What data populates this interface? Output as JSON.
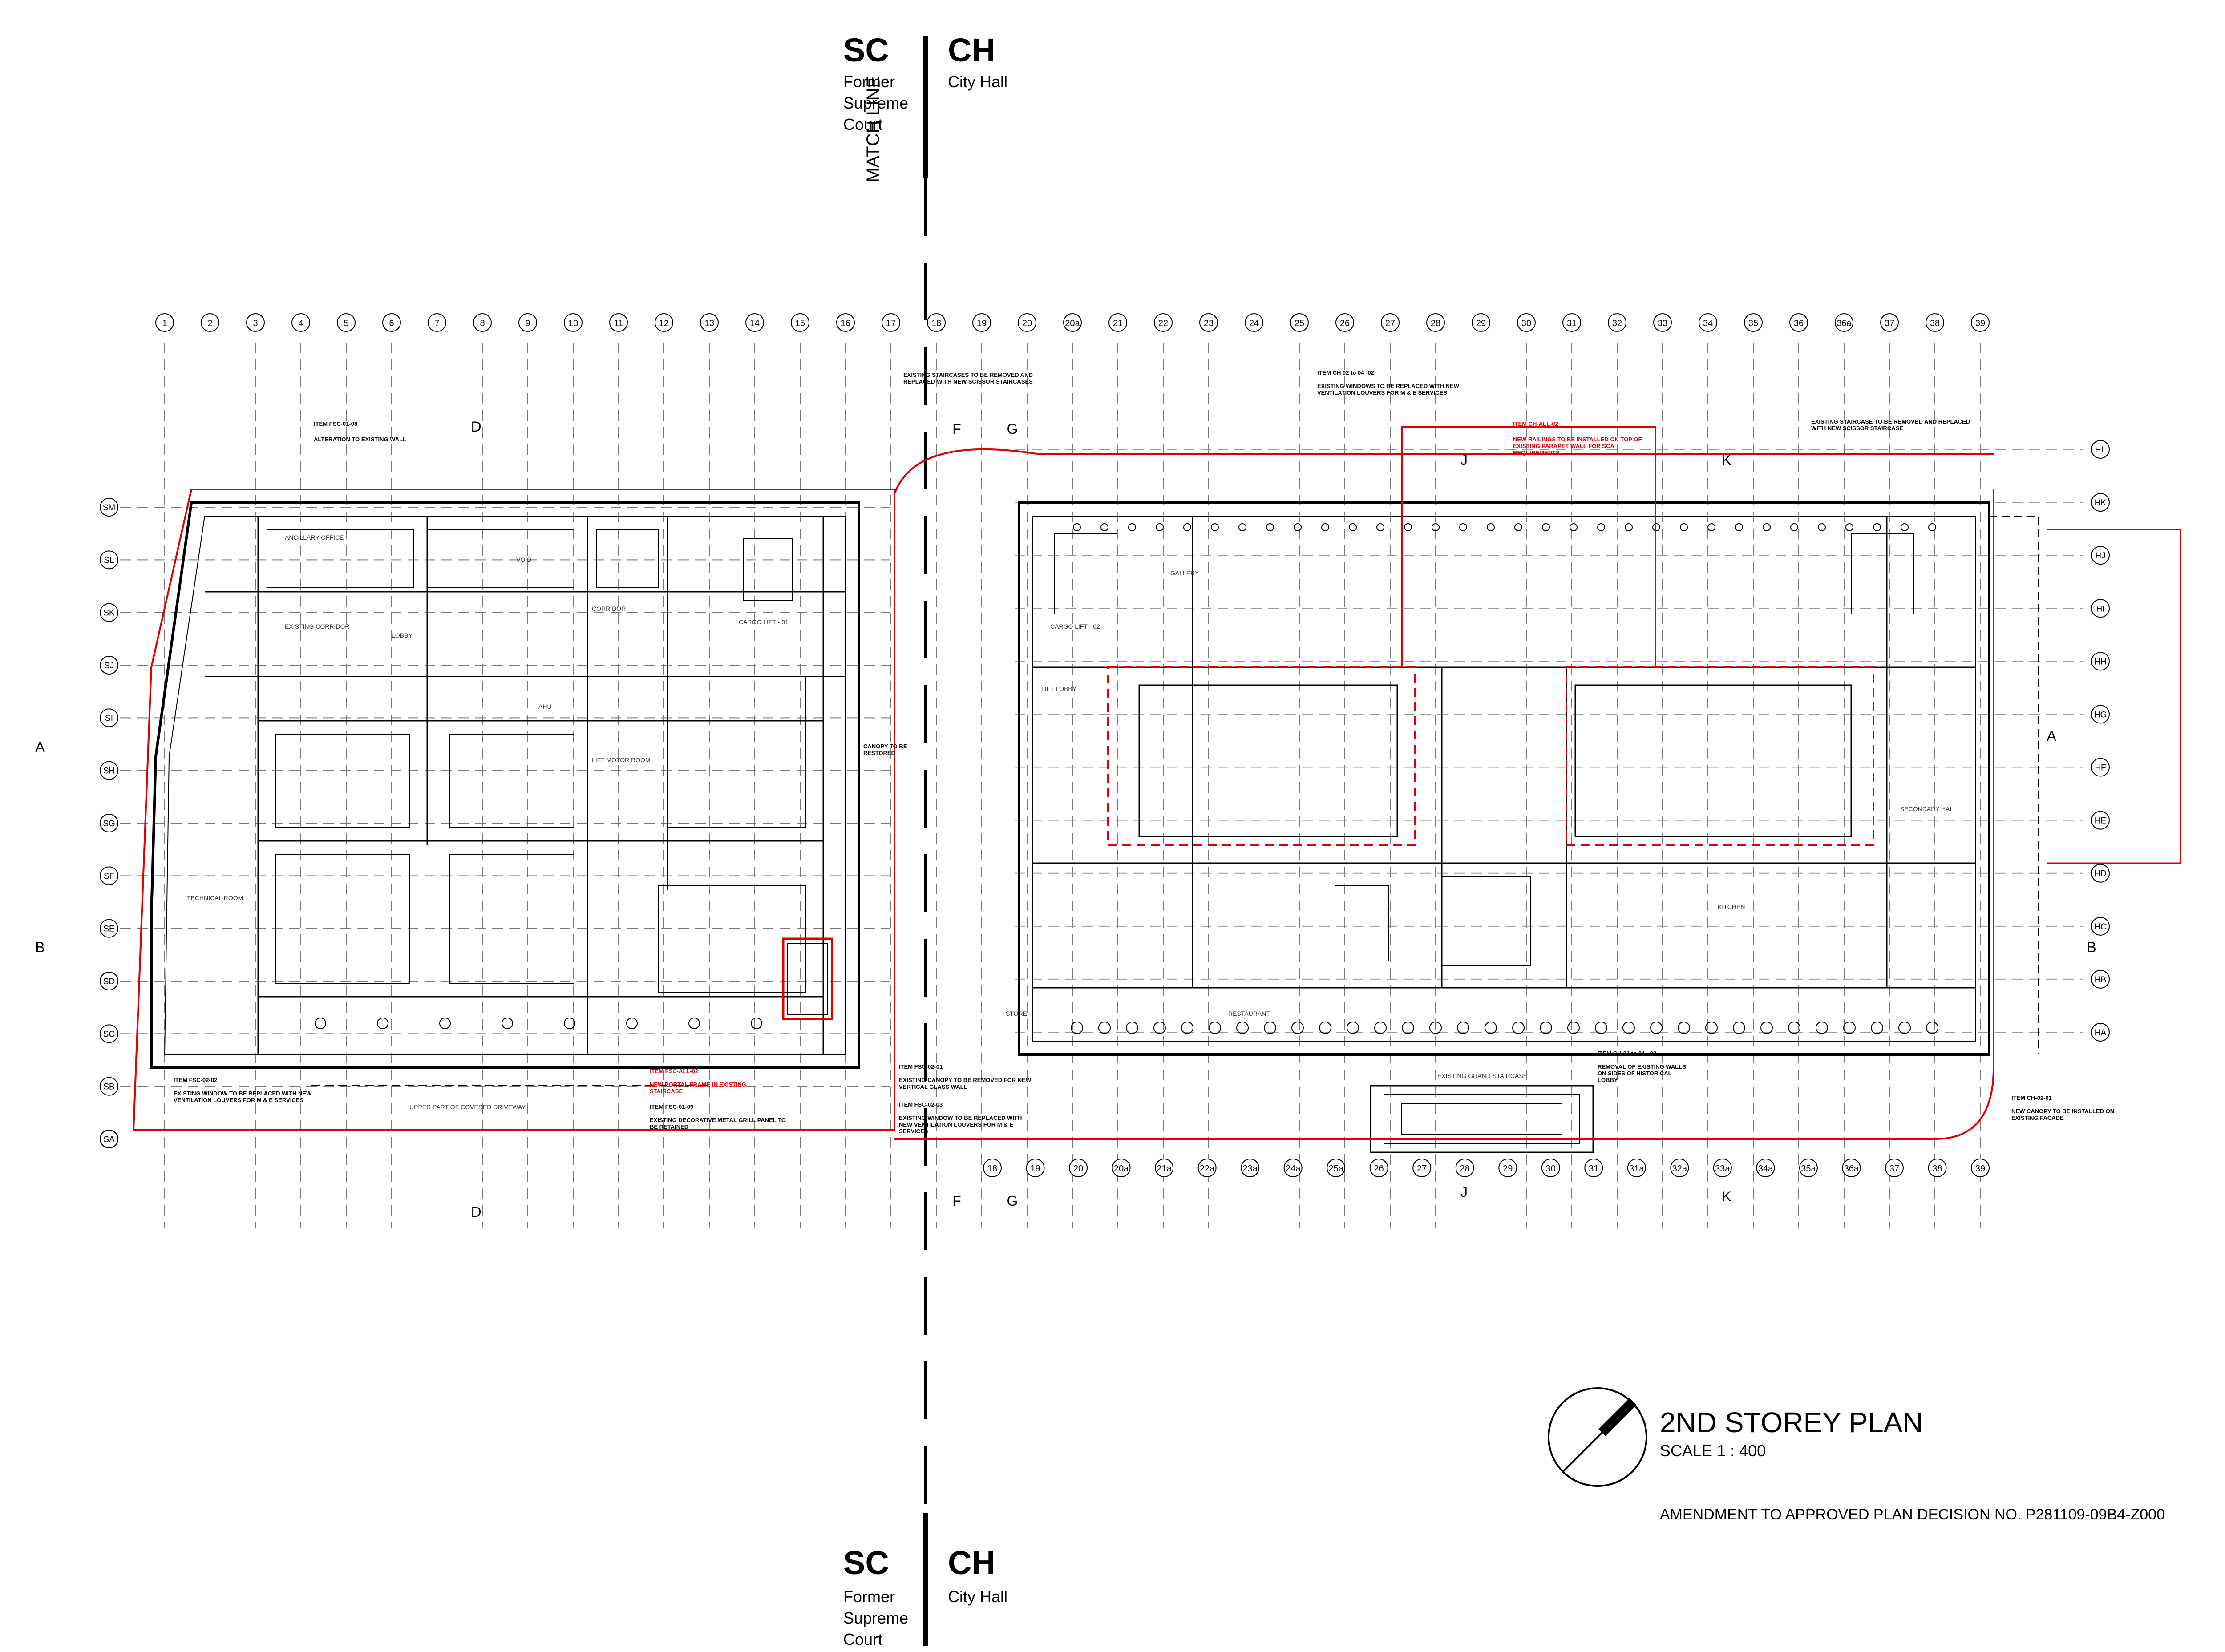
{
  "drawing": {
    "title": "2ND STOREY PLAN",
    "scale": "SCALE 1 : 400",
    "amendment": "AMENDMENT TO APPROVED PLAN DECISION NO. P281109-09B4-Z000",
    "match_line": "MATCH LINE"
  },
  "buildings": {
    "left": {
      "code": "SC",
      "name_lines": [
        "Former",
        "Supreme",
        "Court"
      ]
    },
    "right": {
      "code": "CH",
      "name_lines": [
        "City Hall"
      ]
    }
  },
  "grid": {
    "columns_top": [
      "1",
      "2",
      "3",
      "4",
      "5",
      "6",
      "7",
      "8",
      "9",
      "10",
      "11",
      "12",
      "13",
      "14",
      "15",
      "16",
      "17",
      "18",
      "19",
      "20",
      "20a",
      "21",
      "22",
      "23",
      "24",
      "25",
      "26",
      "27",
      "28",
      "29",
      "30",
      "31",
      "32",
      "33",
      "34",
      "35",
      "36",
      "36a",
      "37",
      "38",
      "39"
    ],
    "columns_bottom": [
      "18",
      "19",
      "20",
      "20a",
      "21a",
      "22a",
      "23a",
      "24a",
      "25a",
      "26",
      "27",
      "28",
      "29",
      "30",
      "31",
      "31a",
      "32a",
      "33a",
      "34a",
      "35a",
      "36a",
      "37",
      "38",
      "39"
    ],
    "rows_left": [
      "SM",
      "SL",
      "SK",
      "SJ",
      "SI",
      "SH",
      "SG",
      "SF",
      "SE",
      "SD",
      "SC",
      "SB",
      "SA"
    ],
    "rows_right": [
      "HL",
      "HK",
      "HJ",
      "HI",
      "HH",
      "HG",
      "HF",
      "HE",
      "HD",
      "HC",
      "HB",
      "HA"
    ],
    "section_markers": [
      "A",
      "B",
      "D",
      "F",
      "G",
      "J",
      "K"
    ]
  },
  "rooms": [
    "ANCILLARY OFFICE",
    "VOID",
    "CORRIDOR",
    "LOBBY",
    "AHU",
    "EXISTING CORRIDOR",
    "LIFT MOTOR ROOM",
    "CARGO LIFT - 01",
    "CARGO LIFT - 02",
    "GALLERY",
    "LIFT LOBBY",
    "RESTAURANT",
    "SECONDARY HALL",
    "STORE",
    "EXISTING GRAND STAIRCASE",
    "UPPER PART OF COVERED DRIVEWAY",
    "TECHNICAL ROOM",
    "KITCHEN"
  ],
  "notes": {
    "item_fsc_01_08": "ITEM FSC-01-08",
    "alteration": "ALTERATION TO EXISTING WALL",
    "staircases": "EXISTING STAIRCASES TO BE REMOVED AND REPLACED WITH NEW SCISSOR STAIRCASES",
    "item_ch_02_04": "ITEM CH 02 to 04 -02",
    "windows_replaced": "EXISTING WINDOWS TO BE REPLACED WITH NEW VENTILATION LOUVERS FOR M & E SERVICES",
    "item_ch_all_02": "ITEM CH-ALL-02",
    "railings": "NEW RAILINGS TO BE INSTALLED ON TOP OF EXISTING PARAPET WALL FOR SCA REQUIREMENTS",
    "staircase_right": "EXISTING STAIRCASE TO BE REMOVED AND REPLACED WITH NEW SCISSOR STAIRCASE",
    "item_fsc_02_02": "ITEM FSC-02-02",
    "window_lv": "EXISTING WINDOW TO BE REPLACED WITH NEW VENTILATION LOUVERS FOR M & E SERVICES",
    "item_fsc_all_02": "ITEM FSC-ALL-02",
    "portal_frame": "NEW PORTAL FRAME IN EXISTING STAIRCASE",
    "item_fsc_01_09": "ITEM FSC-01-09",
    "grill_panel": "EXISTING DECORATIVE METAL GRILL PANEL TO BE RETAINED",
    "item_fsc_02_01": "ITEM FSC-02-01",
    "canopy_removed": "EXISTING CANOPY TO BE REMOVED FOR NEW VERTICAL GLASS WALL",
    "item_fsc_02_03": "ITEM FSC-02-03",
    "window_lv2": "EXISTING WINDOW TO BE REPLACED WITH NEW VENTILATION LOUVERS FOR M & E SERVICES",
    "item_ch_01_04": "ITEM CH-01 to 04 - 03",
    "removal_walls": "REMOVAL OF EXISTING WALLS ON SIDES OF HISTORICAL LOBBY",
    "item_ch_02_01": "ITEM CH-02-01",
    "new_canopy": "NEW CANOPY TO BE INSTALLED ON EXISTING FACADE",
    "canopy_restored": "CANOPY TO BE RESTORED"
  },
  "colors": {
    "line": "#000000",
    "red": "#e00000",
    "grid": "#555555"
  }
}
